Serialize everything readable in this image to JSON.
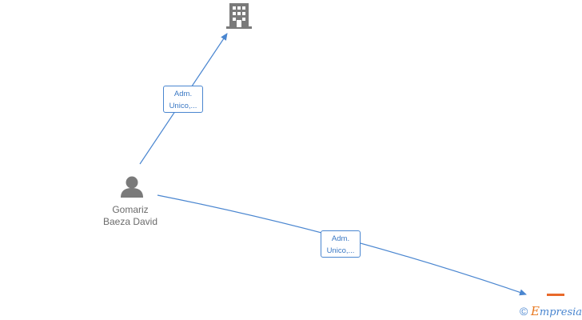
{
  "graph": {
    "person": {
      "name_line1": "Gomariz",
      "name_line2": "Baeza David",
      "icon": "person-icon"
    },
    "company_top": {
      "icon": "building-icon"
    },
    "company_bottom": {
      "icon": "company-bar-icon",
      "accent": "#e8692a"
    },
    "edges": [
      {
        "label_line1": "Adm.",
        "label_line2": "Unico,..."
      },
      {
        "label_line1": "Adm.",
        "label_line2": "Unico,..."
      }
    ],
    "colors": {
      "edge": "#4a86d0",
      "node": "#7a7a7a"
    }
  },
  "watermark": {
    "copyright": "©",
    "brand_first": "E",
    "brand_rest": "mpresia"
  }
}
